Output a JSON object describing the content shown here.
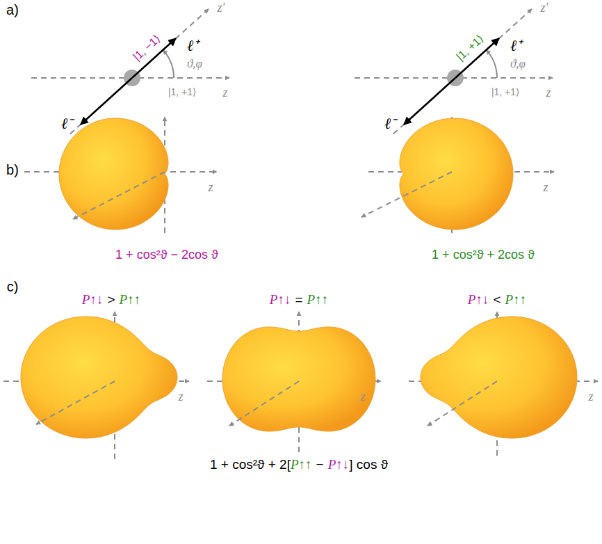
{
  "diagram": {
    "labels": [
      "a)",
      "|1, −1⟩",
      "ℓ⁺",
      "ϑ,φ",
      "|1, +1⟩",
      "z′",
      "z",
      "ℓ⁻",
      "|1, +1⟩",
      "ℓ⁺",
      "ϑ,φ",
      "|1, +1⟩",
      "z′",
      "z",
      "ℓ⁻",
      "b)",
      "z",
      "1 + cos²ϑ − 2cos ϑ",
      "z",
      "1 + cos²ϑ + 2cos ϑ",
      "c)",
      "P↑↓",
      ">",
      "P↑↑",
      "P↑↓",
      "=",
      "P↑↑",
      "P↑↓",
      "<",
      "P↑↑",
      "z",
      "z",
      "z",
      "1 + cos²ϑ + 2[",
      "P↑↑",
      "−",
      "P↑↓",
      "] cos ϑ"
    ]
  }
}
